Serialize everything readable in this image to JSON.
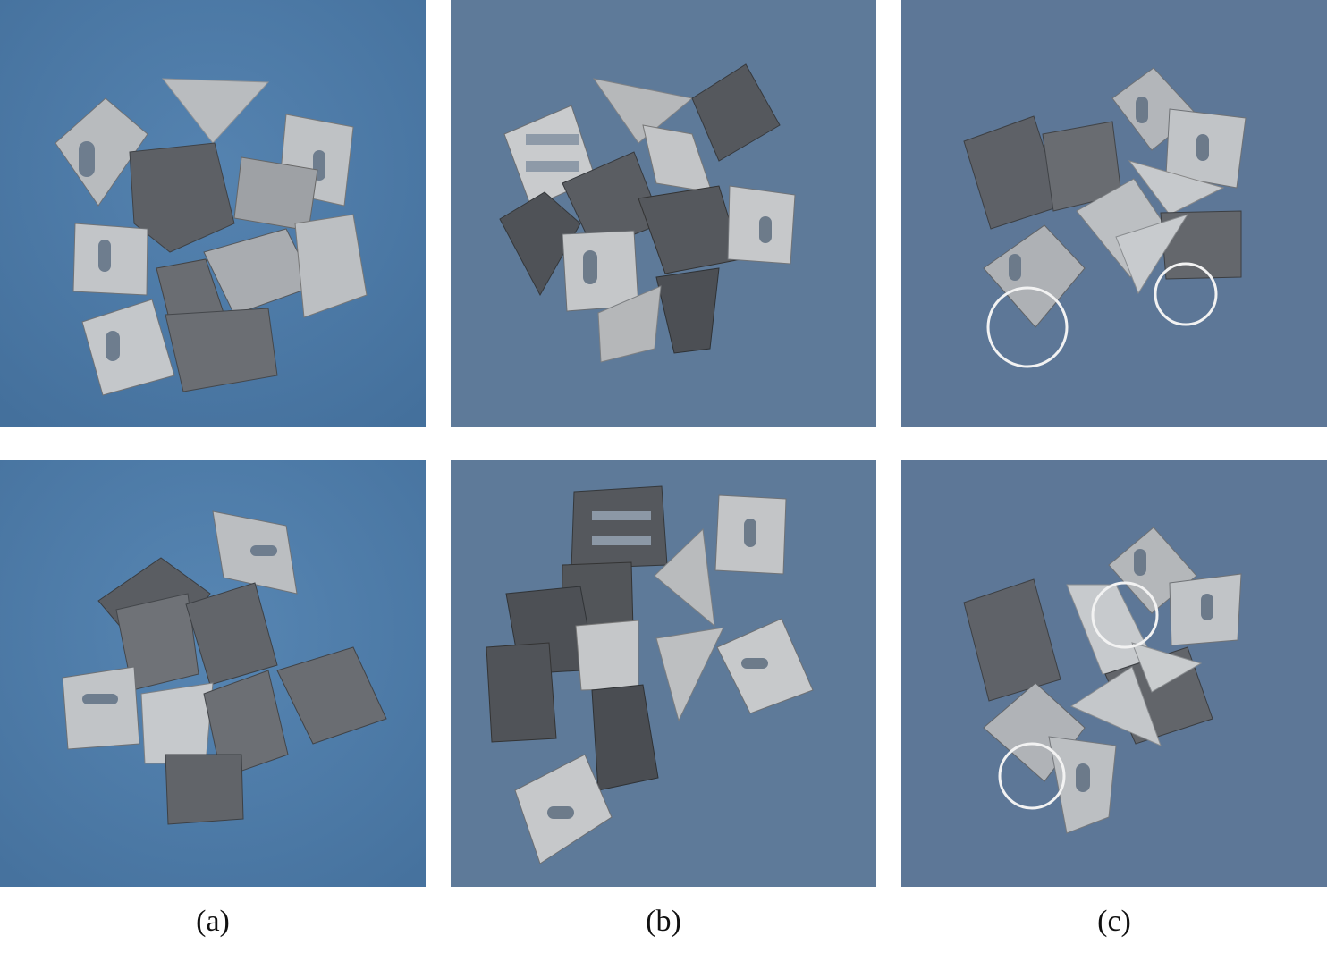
{
  "figure": {
    "captions": [
      "(a)",
      "(b)",
      "(c)"
    ],
    "panel_images": {
      "a_top": "photo-real-parts-pile-1",
      "a_bottom": "photo-real-parts-pile-2",
      "b_top": "synthetic-render-parts-pile-1",
      "b_bottom": "synthetic-render-parts-pile-2",
      "c_top": "refined-render-parts-pile-1-with-circles",
      "c_bottom": "refined-render-parts-pile-2-with-circles"
    },
    "colors": {
      "photo_bg": "#4f7ba7",
      "render_bg": "#5e7a99",
      "refined_bg": "#5d7797",
      "metal_light": "#c8cbcf",
      "metal_dark": "#4b4e53",
      "circle": "#f2f2f2"
    }
  }
}
